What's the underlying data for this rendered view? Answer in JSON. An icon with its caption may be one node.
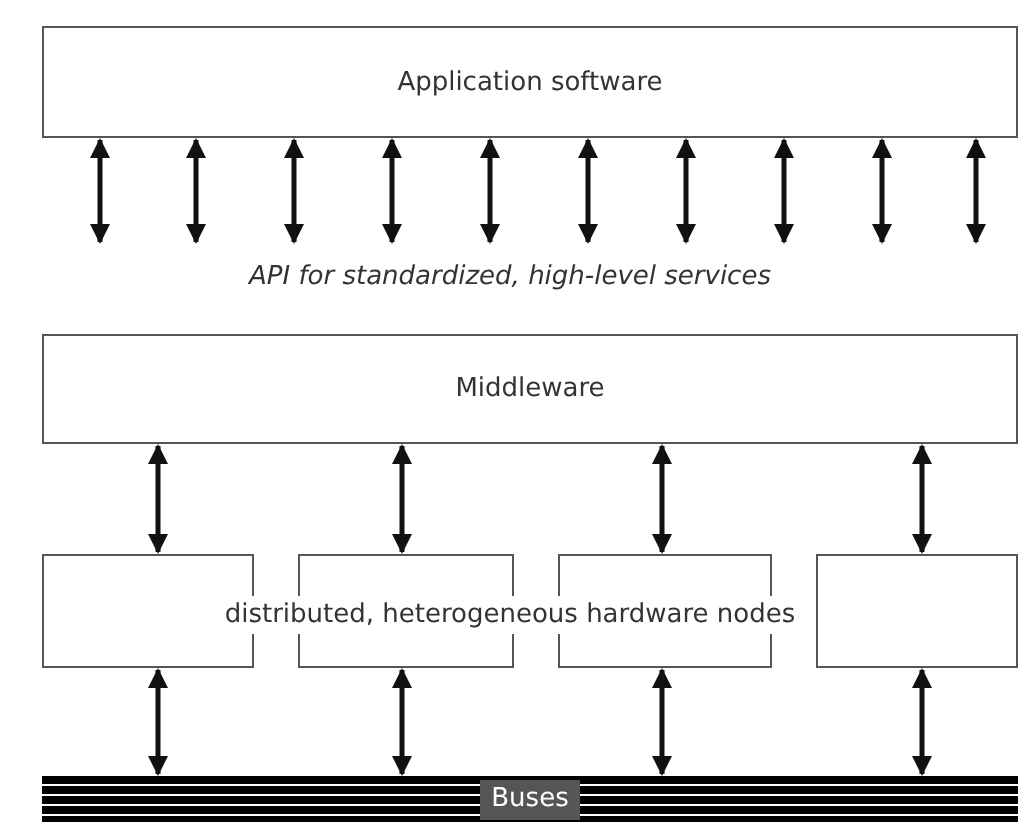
{
  "diagram": {
    "nodes": [
      {
        "text": [
          "Application software"
        ]
      },
      {
        "text": [
          "Middleware"
        ]
      },
      {
        "text": [],
        "shape": "box"
      },
      {
        "text": [],
        "shape": "box"
      },
      {
        "text": [],
        "shape": "box"
      },
      {
        "text": [],
        "shape": "box"
      },
      {
        "text": [
          "Buses"
        ]
      }
    ],
    "edges": [
      {
        "from": 0,
        "to": 1,
        "arrow": "both"
      },
      {
        "from": 0,
        "to": 1,
        "arrow": "both"
      },
      {
        "from": 0,
        "to": 1,
        "arrow": "both"
      },
      {
        "from": 0,
        "to": 1,
        "arrow": "both"
      },
      {
        "from": 0,
        "to": 1,
        "arrow": "both"
      },
      {
        "from": 0,
        "to": 1,
        "arrow": "both"
      },
      {
        "from": 0,
        "to": 1,
        "arrow": "both"
      },
      {
        "from": 0,
        "to": 1,
        "arrow": "both"
      },
      {
        "from": 0,
        "to": 1,
        "arrow": "both"
      },
      {
        "from": 0,
        "to": 1,
        "arrow": "both"
      },
      {
        "from": 1,
        "to": 2,
        "arrow": "both"
      },
      {
        "from": 1,
        "to": 3,
        "arrow": "both"
      },
      {
        "from": 1,
        "to": 4,
        "arrow": "both"
      },
      {
        "from": 1,
        "to": 5,
        "arrow": "both"
      },
      {
        "from": 2,
        "to": 6,
        "arrow": "both"
      },
      {
        "from": 3,
        "to": 6,
        "arrow": "both"
      },
      {
        "from": 4,
        "to": 6,
        "arrow": "both"
      },
      {
        "from": 5,
        "to": 6,
        "arrow": "both"
      }
    ],
    "labels": [
      "API for standardized, high-level services",
      "distributed, heterogeneous hardware nodes"
    ]
  }
}
